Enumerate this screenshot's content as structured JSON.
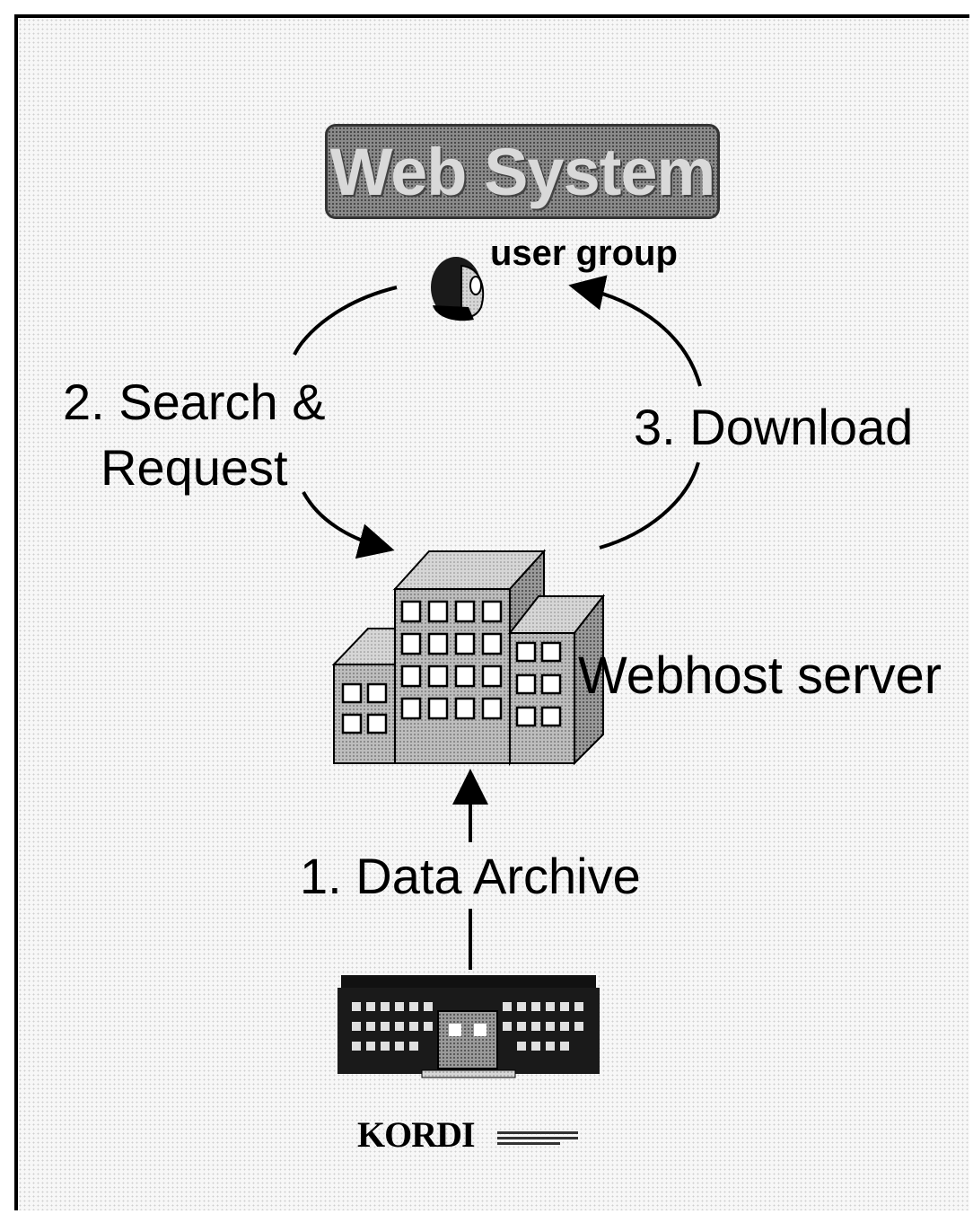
{
  "title": "Web System",
  "nodes": {
    "user_group": "user group",
    "webhost_server": "Webhost server",
    "kordi_logo": "KORDI"
  },
  "steps": {
    "search_line1": "2. Search &",
    "search_line2": "Request",
    "download": "3. Download",
    "data_archive": "1. Data Archive"
  },
  "icons": {
    "user": "user-icon",
    "server": "office-building-icon",
    "archive": "institute-building-icon"
  }
}
